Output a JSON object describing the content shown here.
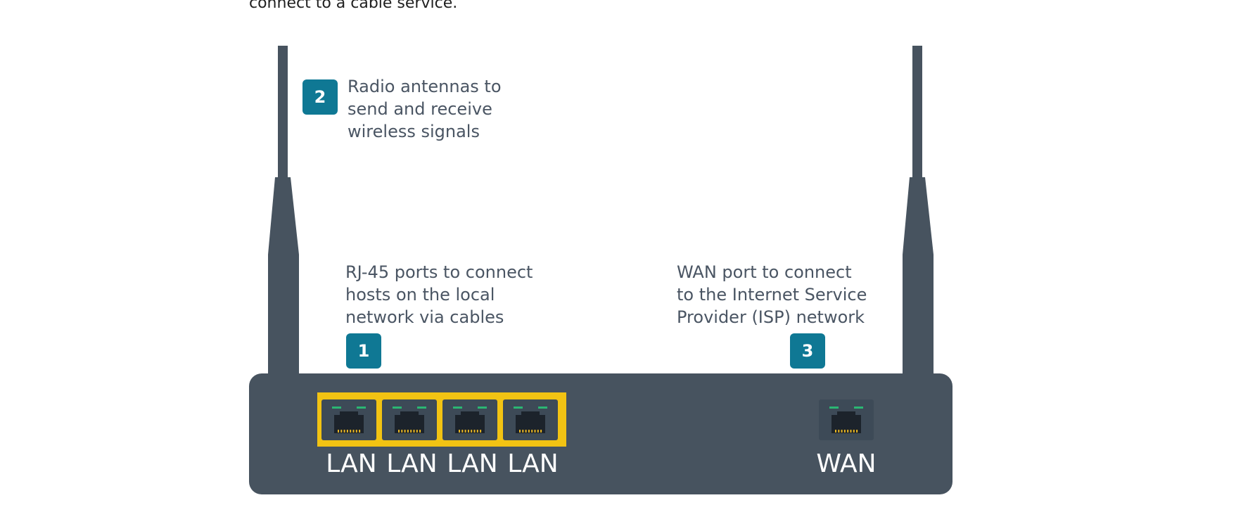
{
  "intro": {
    "text": "connect to a cable service."
  },
  "callouts": [
    {
      "number": "2",
      "lines": [
        "Radio antennas to",
        "send and receive",
        "wireless signals"
      ]
    },
    {
      "number": "1",
      "lines": [
        "RJ-45 ports to connect",
        "hosts on the local",
        "network via cables"
      ]
    },
    {
      "number": "3",
      "lines": [
        "WAN port to connect",
        "to the Internet Service",
        "Provider (ISP) network"
      ]
    }
  ],
  "ports": {
    "lan_label": "LAN",
    "lan_count": 4,
    "wan_label": "WAN"
  },
  "colors": {
    "router_body": "#47535f",
    "badge": "#0f7894",
    "lan_highlight": "#f2c313",
    "port_led": "#2bb673",
    "port_pins": "#e6b422",
    "text": "#4a5563"
  }
}
